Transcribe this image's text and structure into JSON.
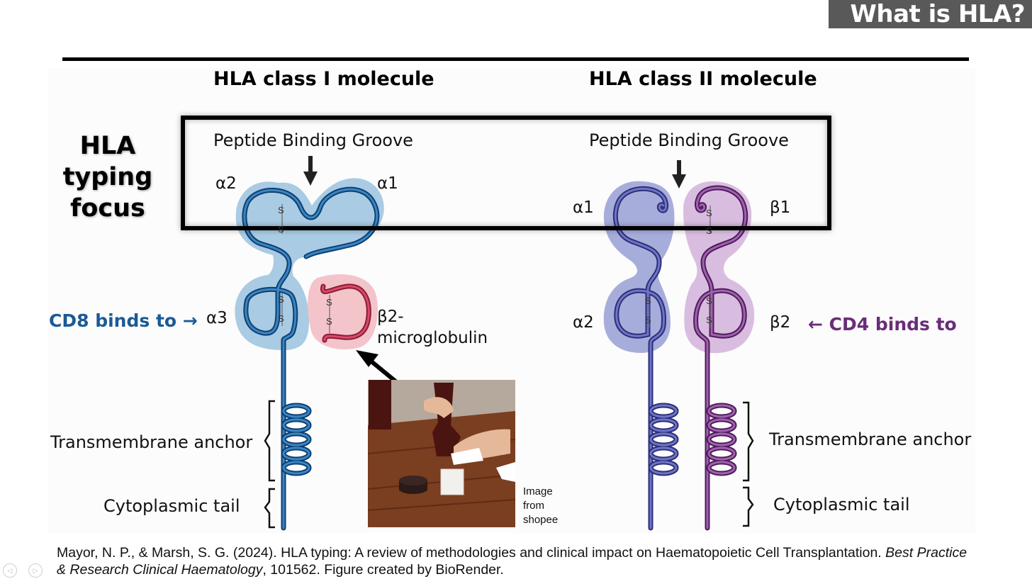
{
  "slide": {
    "title": "What is HLA?"
  },
  "figure": {
    "class1_heading": "HLA class I molecule",
    "class2_heading": "HLA class II molecule",
    "focus_label": "HLA typing focus",
    "groove_label_left": "Peptide Binding Groove",
    "groove_label_right": "Peptide Binding Groove",
    "class1": {
      "alpha2": "α2",
      "alpha1": "α1",
      "alpha3": "α3",
      "b2m": "β2-microglobulin"
    },
    "class2": {
      "alpha1": "α1",
      "beta1": "β1",
      "alpha2": "α2",
      "beta2": "β2"
    },
    "cd8_label": "CD8 binds to →",
    "cd4_label": "← CD4 binds to",
    "transmembrane_left": "Transmembrane anchor",
    "cytoplasmic_left": "Cytoplasmic tail",
    "transmembrane_right": "Transmembrane anchor",
    "cytoplasmic_right": "Cytoplasmic tail",
    "image_credit": "Image from shopee",
    "disulfide": "S"
  },
  "citation": {
    "text_plain": "Mayor, N. P., & Marsh, S. G. (2024). HLA typing: A review of methodologies and clinical impact on Haematopoietic Cell Transplantation. ",
    "journal_italic": "Best Practice & Research Clinical Haematology",
    "text_tail": ", 101562. Figure created by BioRender."
  },
  "colors": {
    "class1_stroke": "#1a5a96",
    "class1_fill": "#a9cbe3",
    "b2m_stroke": "#c0304e",
    "b2m_fill": "#f3c4ca",
    "class2_alpha_stroke": "#4a4fa0",
    "class2_alpha_fill": "#a7addb",
    "class2_beta_stroke": "#7a3a86",
    "class2_beta_fill": "#d9bde0",
    "title_bar": "#595959"
  }
}
